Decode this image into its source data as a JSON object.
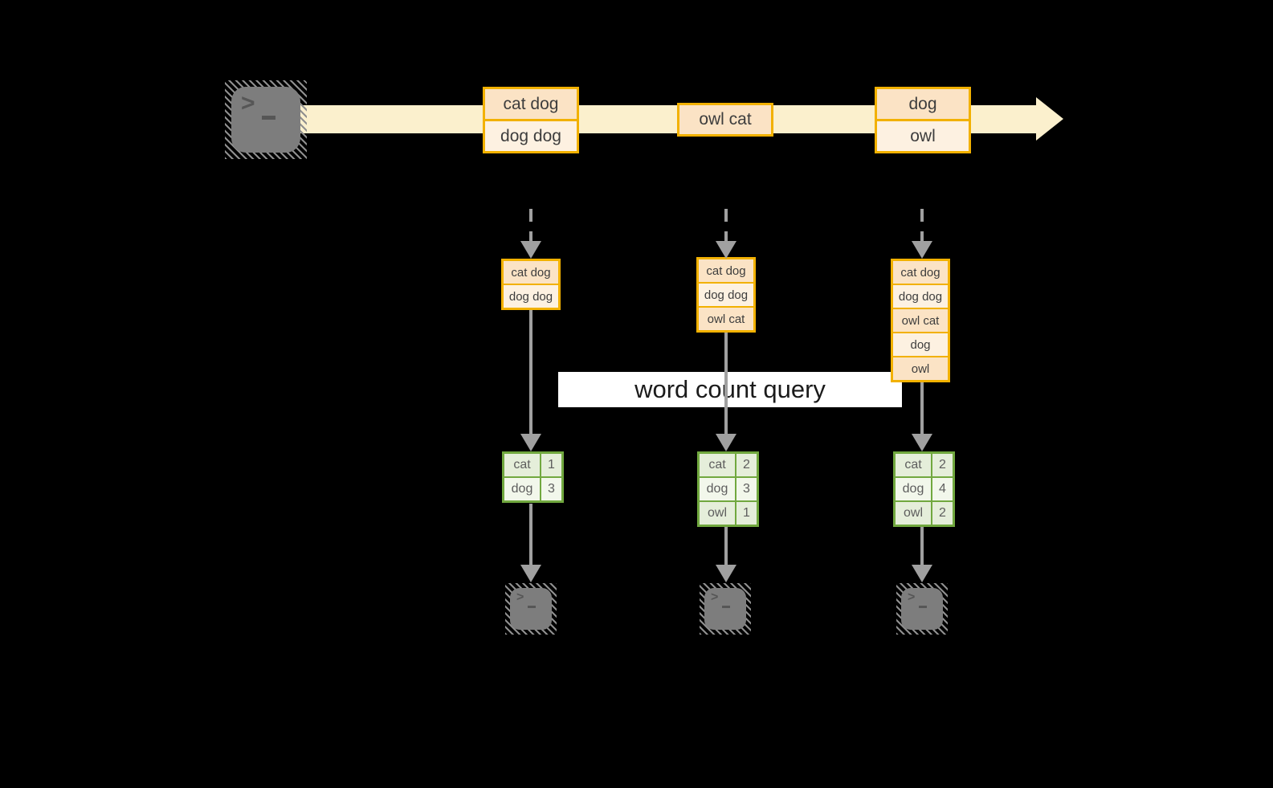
{
  "colors": {
    "background": "#000000",
    "stream_band": "#fbf0cd",
    "box_border": "#f2b100",
    "box_fill_dark": "#fbe3c5",
    "box_fill_light": "#fdf1e1",
    "table_border": "#71a83f",
    "table_fill_dark": "#e5eeda",
    "table_fill_light": "#f2f7eb",
    "arrow_gray": "#a0a0a0",
    "query_box_bg": "#ffffff"
  },
  "glyphs": {
    "prompt": ">"
  },
  "query_label": "word count query",
  "stream_events": [
    {
      "lines": [
        "cat dog",
        "dog dog"
      ]
    },
    {
      "lines": [
        "owl cat"
      ]
    },
    {
      "lines": [
        "dog",
        "owl"
      ]
    }
  ],
  "columns": [
    {
      "batch": [
        "cat dog",
        "dog dog"
      ],
      "result": [
        {
          "word": "cat",
          "count": "1"
        },
        {
          "word": "dog",
          "count": "3"
        }
      ]
    },
    {
      "batch": [
        "cat dog",
        "dog dog",
        "owl cat"
      ],
      "result": [
        {
          "word": "cat",
          "count": "2"
        },
        {
          "word": "dog",
          "count": "3"
        },
        {
          "word": "owl",
          "count": "1"
        }
      ]
    },
    {
      "batch": [
        "cat dog",
        "dog dog",
        "owl cat",
        "dog",
        "owl"
      ],
      "result": [
        {
          "word": "cat",
          "count": "2"
        },
        {
          "word": "dog",
          "count": "4"
        },
        {
          "word": "owl",
          "count": "2"
        }
      ]
    }
  ]
}
